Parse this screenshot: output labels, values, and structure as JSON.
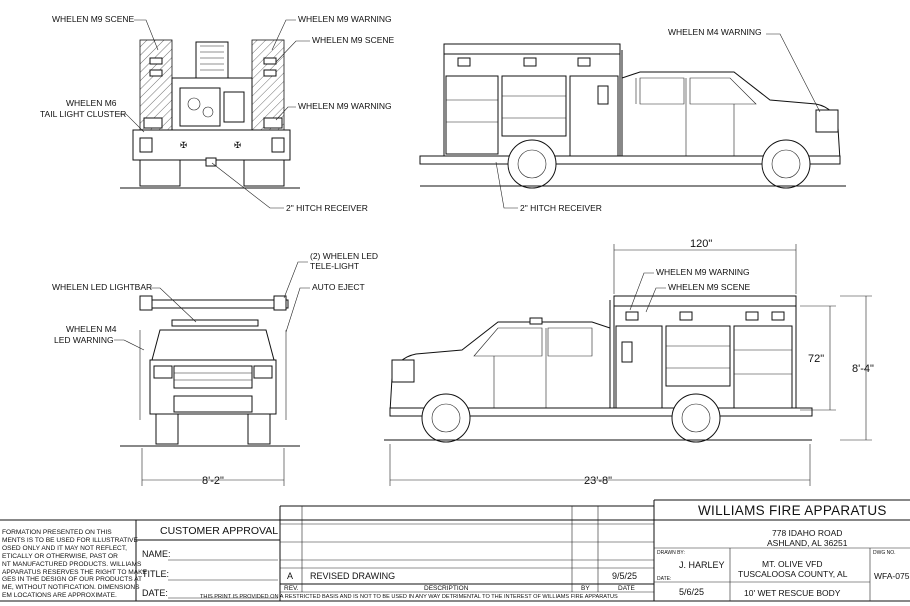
{
  "callouts": {
    "rear_m9_scene": "WHELEN M9 SCENE",
    "rear_m9_warning_top": "WHELEN M9 WARNING",
    "rear_m9_scene_right": "WHELEN M9 SCENE",
    "rear_m6_line1": "WHELEN M6",
    "rear_m6_line2": "TAIL LIGHT CLUSTER",
    "rear_m9_warning_mid": "WHELEN M9 WARNING",
    "rear_hitch": "2\" HITCH RECEIVER",
    "side_m4_warning": "WHELEN M4 WARNING",
    "side_hitch": "2\" HITCH RECEIVER",
    "front_lightbar": "WHELEN LED LIGHTBAR",
    "front_teleline1": "(2) WHELEN LED",
    "front_teleline2": "TELE-LIGHT",
    "front_auto_eject": "AUTO EJECT",
    "front_m4_line1": "WHELEN M4",
    "front_m4_line2": "LED WARNING",
    "side2_m9_warning": "WHELEN M9 WARNING",
    "side2_m9_scene": "WHELEN M9 SCENE"
  },
  "dimensions": {
    "body_length": "120\"",
    "body_height": "72\"",
    "overall_height": "8'-4\"",
    "overall_width": "8'-2\"",
    "overall_length": "23'-8\""
  },
  "title_block": {
    "disclaimer": [
      "FORMATION PRESENTED ON THIS",
      "MENTS IS TO BE USED FOR ILLUSTRATIVE",
      "OSED ONLY AND IT MAY NOT REFLECT,",
      "ETICALLY OR OTHERWISE, PAST OR",
      "NT MANUFACTURED PRODUCTS. WILLIAMS",
      "APPARATUS RESERVES THE RIGHT TO MAKE",
      "GES IN THE DESIGN OF OUR PRODUCTS AT",
      "ME, WITHOUT NOTIFICATION. DIMENSIONS",
      "EM LOCATIONS ARE APPROXIMATE."
    ],
    "customer_approval": "CUSTOMER APPROVAL",
    "name_label": "NAME:",
    "title_label": "TITLE:",
    "date_label": "DATE:",
    "rev_letter": "A",
    "rev_description": "REVISED DRAWING",
    "rev_date": "9/5/25",
    "col_rev": "REV.",
    "col_description": "DESCRIPTION",
    "col_by": "BY",
    "col_date": "DATE",
    "footer_note": "THIS PRINT IS PROVIDED ON A RESTRICTED BASIS AND IS NOT TO BE USED IN ANY WAY DETRIMENTAL TO THE INTEREST OF WILLIAMS FIRE APPARATUS",
    "company": "WILLIAMS FIRE APPARATUS",
    "address1": "778 IDAHO ROAD",
    "address2": "ASHLAND, AL 36251",
    "drawn_by_label": "DRAWN BY:",
    "drawn_by": "J. HARLEY",
    "date_small_label": "DATE:",
    "drawn_date": "5/6/25",
    "customer_line1": "MT. OLIVE VFD",
    "customer_line2": "TUSCALOOSA COUNTY, AL",
    "product": "10' WET RESCUE BODY",
    "dwg_no_label": "DWG NO.",
    "dwg_no": "WFA-075"
  }
}
